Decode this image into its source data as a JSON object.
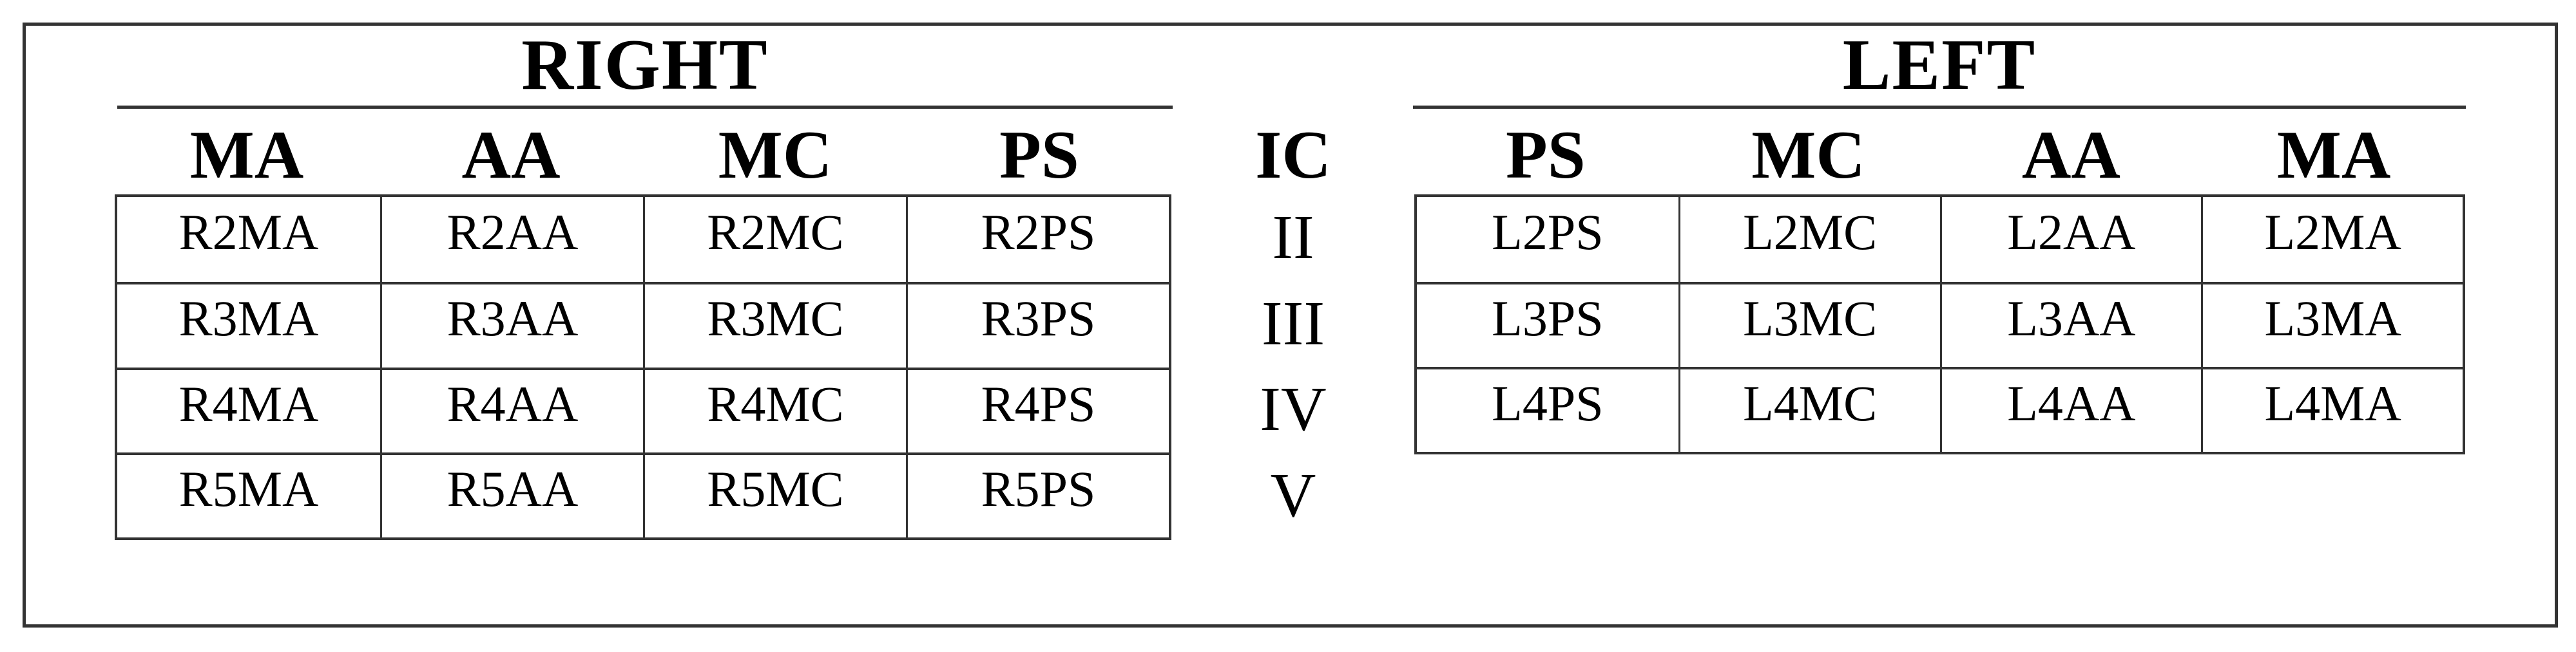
{
  "figure": {
    "right_section": {
      "title": "RIGHT",
      "columns": [
        "MA",
        "AA",
        "MC",
        "PS"
      ],
      "rows": [
        [
          "R2MA",
          "R2AA",
          "R2MC",
          "R2PS"
        ],
        [
          "R3MA",
          "R3AA",
          "R3MC",
          "R3PS"
        ],
        [
          "R4MA",
          "R4AA",
          "R4MC",
          "R4PS"
        ],
        [
          "R5MA",
          "R5AA",
          "R5MC",
          "R5PS"
        ]
      ]
    },
    "ic_column": {
      "header": "IC",
      "values": [
        "II",
        "III",
        "IV",
        "V"
      ]
    },
    "left_section": {
      "title": "LEFT",
      "columns": [
        "PS",
        "MC",
        "AA",
        "MA"
      ],
      "rows": [
        [
          "L2PS",
          "L2MC",
          "L2AA",
          "L2MA"
        ],
        [
          "L3PS",
          "L3MC",
          "L3AA",
          "L3MA"
        ],
        [
          "L4PS",
          "L4MC",
          "L4AA",
          "L4MA"
        ]
      ]
    },
    "colors": {
      "line": "#333333",
      "text": "#000000",
      "background": "#ffffff"
    }
  }
}
